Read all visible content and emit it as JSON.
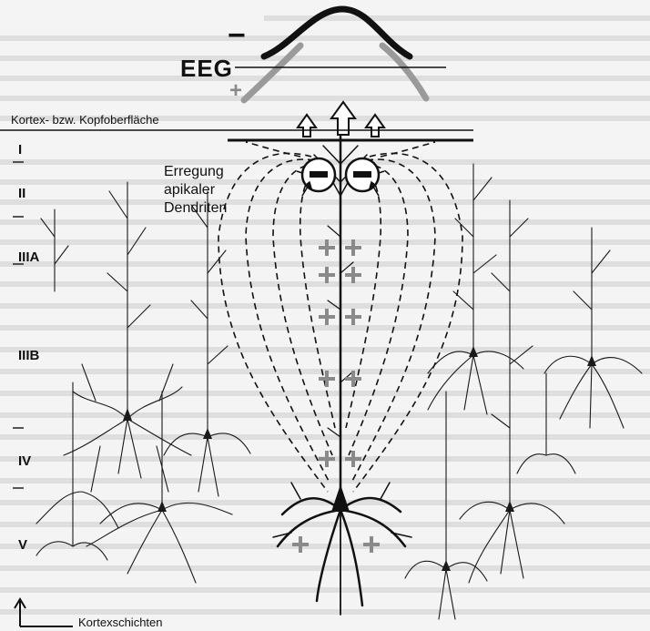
{
  "eeg": {
    "label": "EEG",
    "minus": "−",
    "plus": "+"
  },
  "surface_label": "Kortex- bzw. Kopfoberfläche",
  "layers": [
    "I",
    "II",
    "IIIA",
    "IIIB",
    "IV",
    "V"
  ],
  "excitation_label": [
    "Erregung",
    "apikaler",
    "Dendriten"
  ],
  "axis_label": "Kortexschichten",
  "colors": {
    "curve": "#111111",
    "plus_sign": "#8a8a8a",
    "neurons": "#1a1a1a",
    "background_text": "#d8d8d8"
  }
}
